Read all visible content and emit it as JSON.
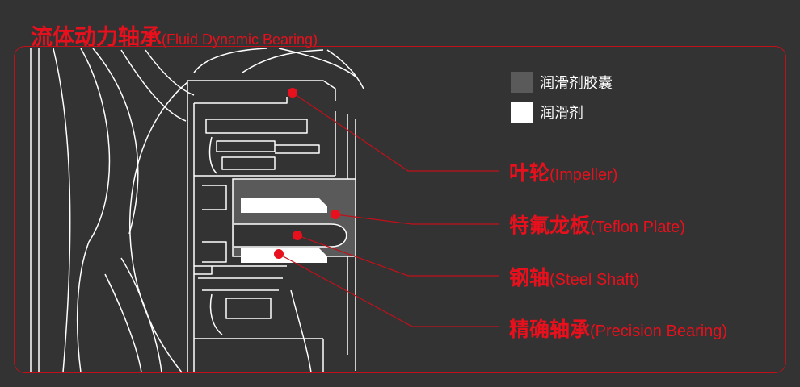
{
  "title": {
    "zh": "流体动力轴承",
    "en": "(Fluid Dynamic Bearing)"
  },
  "legend": [
    {
      "label": "润滑剂胶囊",
      "color": "#5a5a5a"
    },
    {
      "label": "润滑剂",
      "color": "#ffffff"
    }
  ],
  "callouts": [
    {
      "zh": "叶轮",
      "en": "(Impeller)"
    },
    {
      "zh": "特氟龙板",
      "en": "(Teflon Plate)"
    },
    {
      "zh": "钢轴",
      "en": "(Steel Shaft)"
    },
    {
      "zh": "精确轴承",
      "en": "(Precision Bearing)"
    }
  ],
  "colors": {
    "accent": "#e8101c",
    "background": "#333333",
    "line": "#ffffff"
  }
}
